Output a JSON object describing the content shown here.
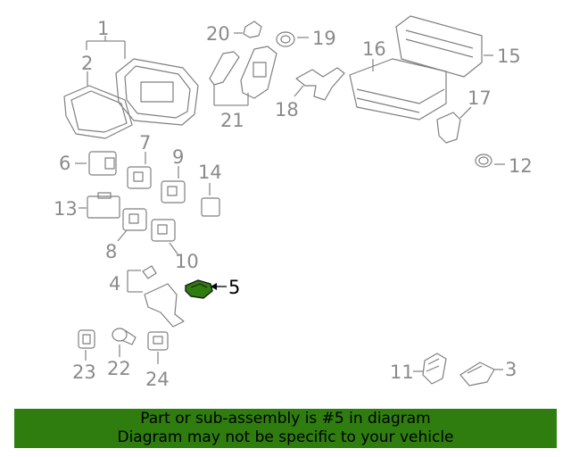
{
  "callouts": {
    "c1": "1",
    "c2": "2",
    "c3": "3",
    "c4": "4",
    "c5": "5",
    "c6": "6",
    "c7": "7",
    "c8": "8",
    "c9": "9",
    "c10": "10",
    "c11": "11",
    "c12": "12",
    "c13": "13",
    "c14": "14",
    "c15": "15",
    "c16": "16",
    "c17": "17",
    "c18": "18",
    "c19": "19",
    "c20": "20",
    "c21": "21",
    "c22": "22",
    "c23": "23",
    "c24": "24"
  },
  "highlight": {
    "part": "5",
    "color": "#2e7d0e"
  },
  "banner": {
    "line1": "Part or sub-assembly is #5 in diagram",
    "line2": "Diagram may not be specific to your vehicle",
    "background": "#2e7d0e"
  }
}
